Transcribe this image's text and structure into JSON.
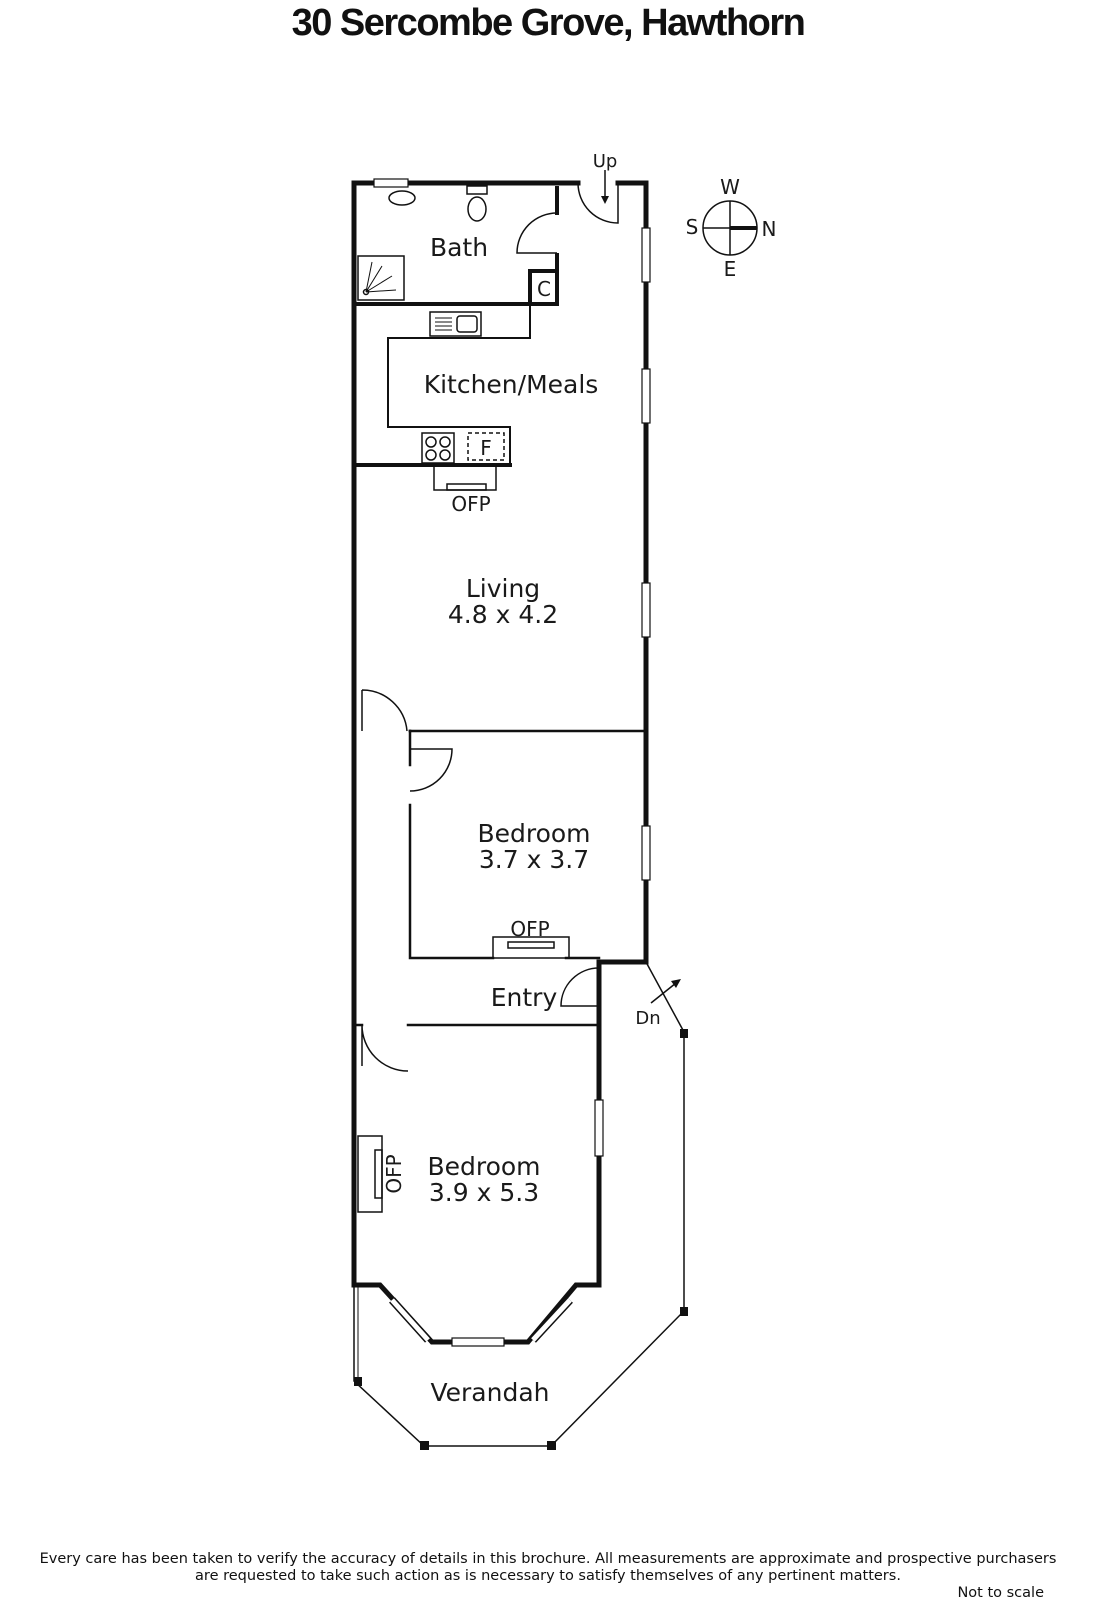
{
  "title": "30 Sercombe Grove, Hawthorn",
  "rooms": {
    "bath": {
      "name": "Bath"
    },
    "kitchen": {
      "name": "Kitchen/Meals"
    },
    "living": {
      "name": "Living",
      "size": "4.8 x 4.2"
    },
    "bedroom1": {
      "name": "Bedroom",
      "size": "3.7 x 3.7"
    },
    "entry": {
      "name": "Entry"
    },
    "bedroom2": {
      "name": "Bedroom",
      "size": "3.9 x 5.3"
    },
    "verandah": {
      "name": "Verandah"
    }
  },
  "fixtures": {
    "cupboard": "C",
    "fridge": "F",
    "ofp": "OFP"
  },
  "stairs": {
    "up": "Up",
    "down": "Dn"
  },
  "compass": {
    "north": "N",
    "south": "S",
    "east": "E",
    "west": "W"
  },
  "disclaimer": {
    "line1": "Every care has been taken to verify the accuracy of details in this brochure.  All measurements are approximate and prospective purchasers",
    "line2": "are requested to take such action as is necessary to satisfy themselves of any pertinent matters."
  },
  "scale_note": "Not to scale"
}
